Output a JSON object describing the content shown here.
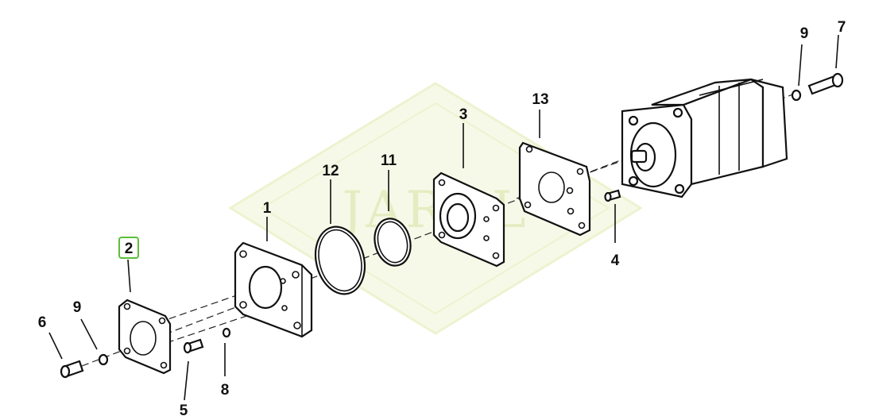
{
  "watermark": {
    "text": "JAROL",
    "color": "#eef2cf"
  },
  "highlight_color": "#5bbf3a",
  "parts": [
    {
      "id": "part-1",
      "callout": "1",
      "name": "flange-plate"
    },
    {
      "id": "part-2",
      "callout": "2",
      "name": "gasket",
      "selected": true
    },
    {
      "id": "part-3",
      "callout": "3",
      "name": "seal-plate"
    },
    {
      "id": "part-4",
      "callout": "4",
      "name": "screw"
    },
    {
      "id": "part-5",
      "callout": "5",
      "name": "screw"
    },
    {
      "id": "part-6",
      "callout": "6",
      "name": "bolt"
    },
    {
      "id": "part-7",
      "callout": "7",
      "name": "bolt"
    },
    {
      "id": "part-8",
      "callout": "8",
      "name": "washer"
    },
    {
      "id": "part-9a",
      "callout": "9",
      "name": "washer"
    },
    {
      "id": "part-9b",
      "callout": "9",
      "name": "washer"
    },
    {
      "id": "part-11",
      "callout": "11",
      "name": "o-ring-small"
    },
    {
      "id": "part-12",
      "callout": "12",
      "name": "o-ring-large"
    },
    {
      "id": "part-13",
      "callout": "13",
      "name": "gasket-plate"
    }
  ]
}
